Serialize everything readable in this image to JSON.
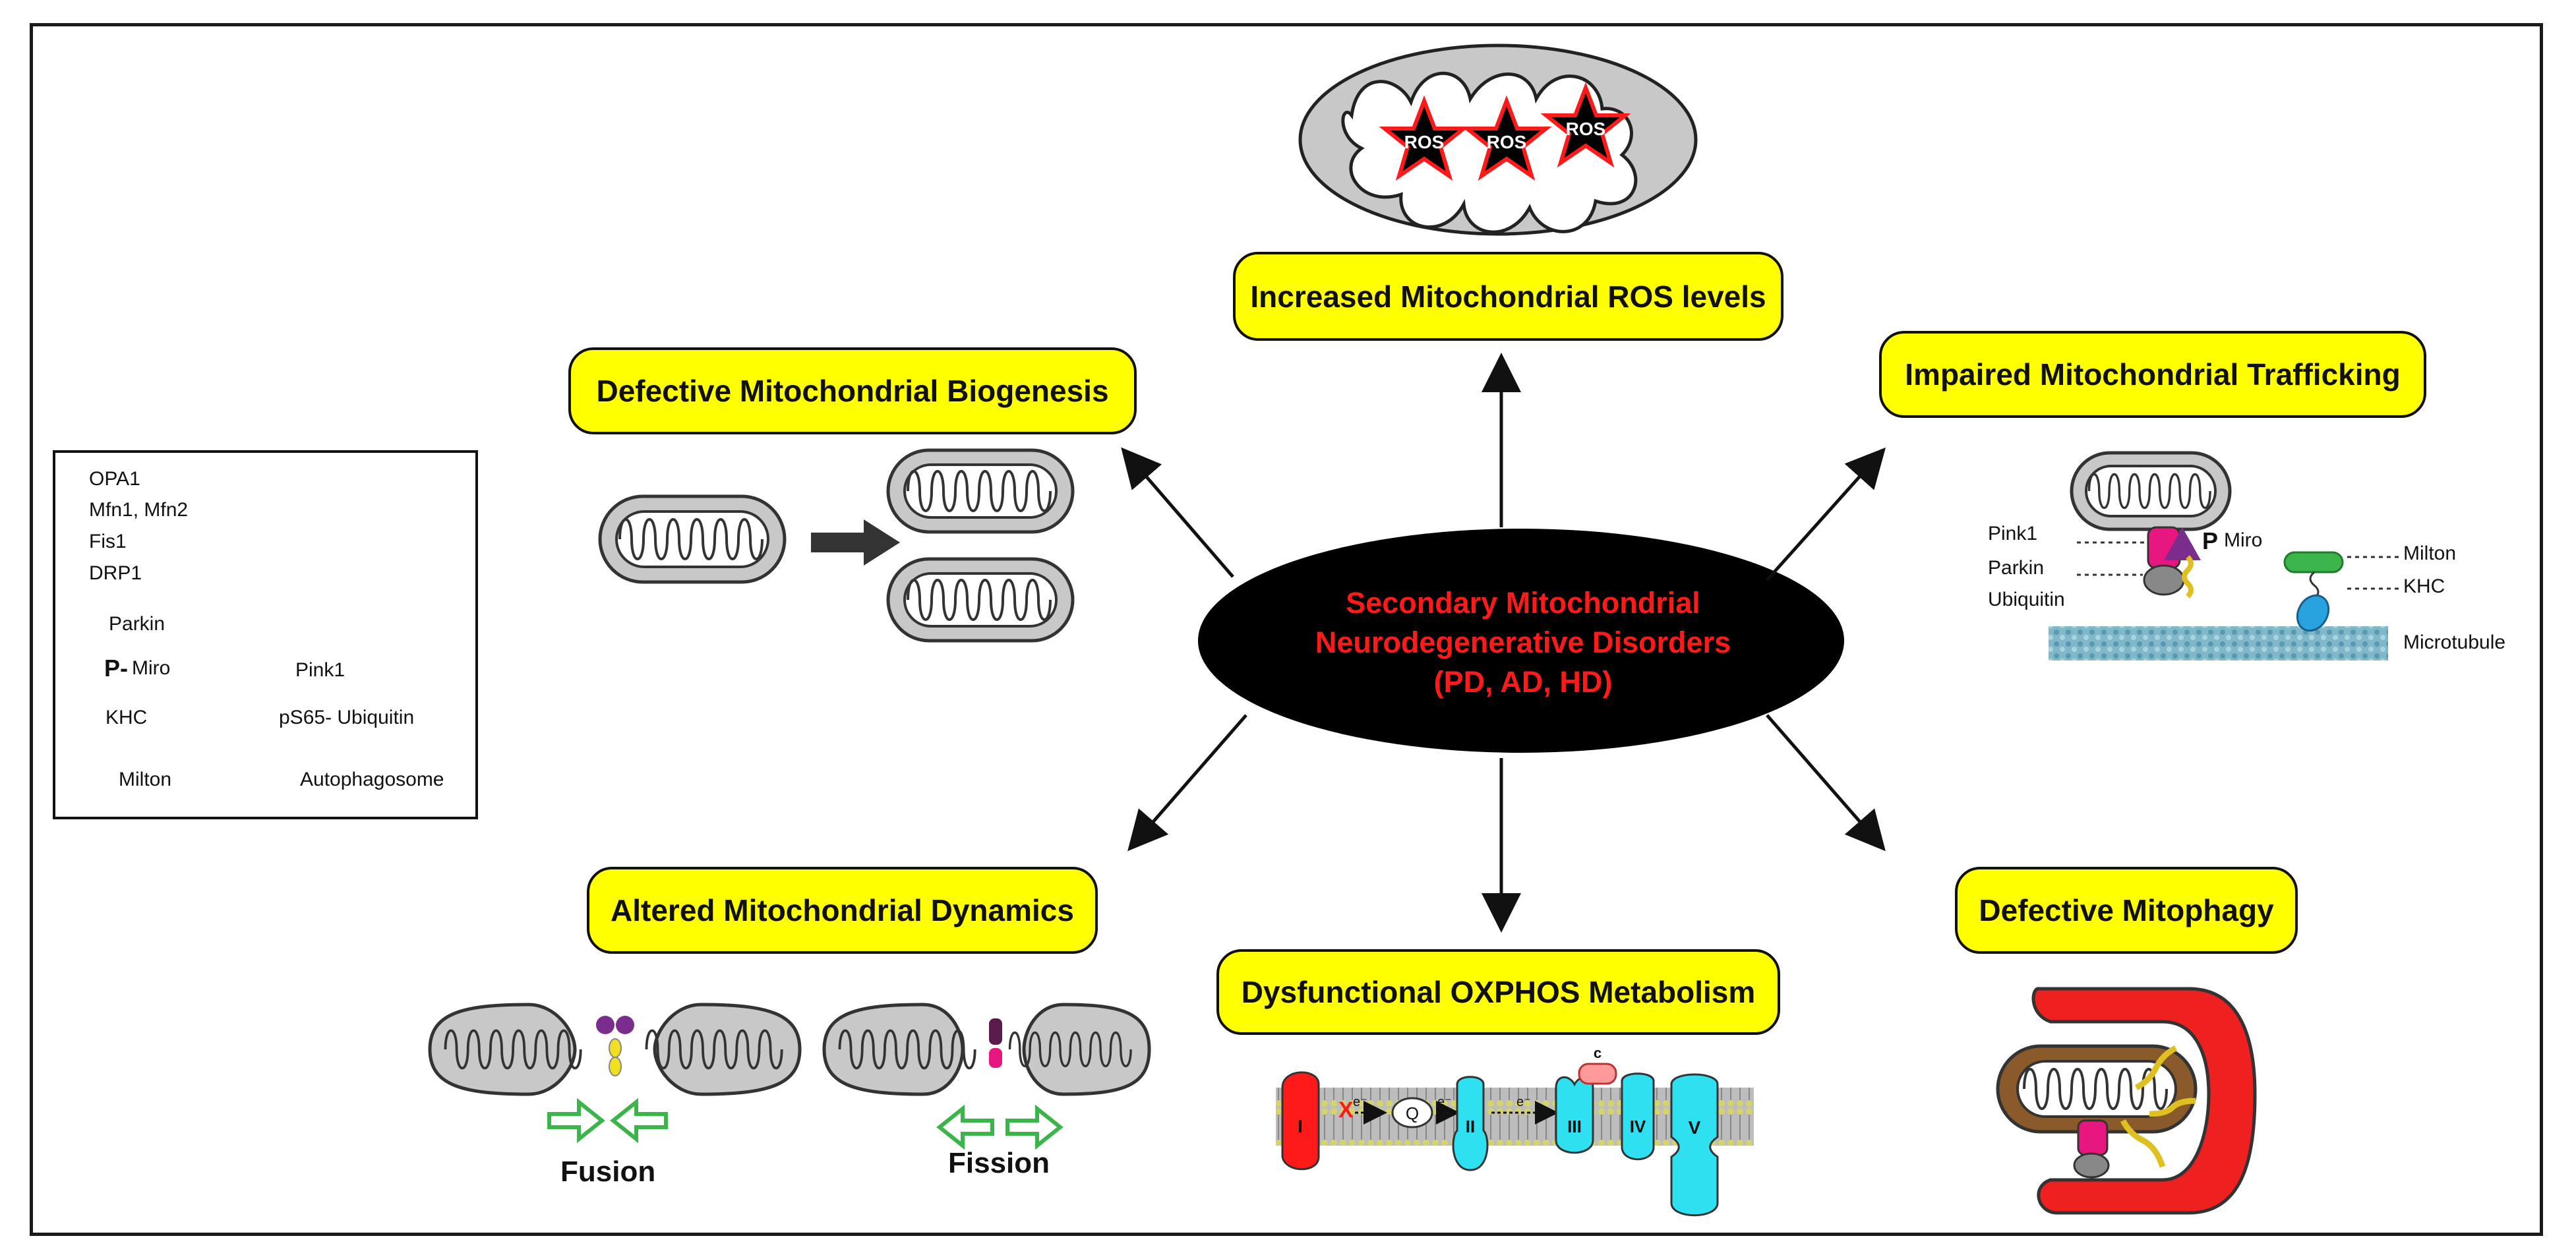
{
  "center": {
    "line1": "Secondary Mitochondrial",
    "line2": "Neurodegenerative Disorders",
    "line3": "(PD, AD, HD)"
  },
  "boxes": {
    "ros": "Increased Mitochondrial ROS levels",
    "biogenesis": "Defective Mitochondrial Biogenesis",
    "trafficking": "Impaired Mitochondrial Trafficking",
    "dynamics": "Altered Mitochondrial Dynamics",
    "oxphos": "Dysfunctional OXPHOS Metabolism",
    "mitophagy": "Defective Mitophagy"
  },
  "ros_label": "ROS",
  "legend": {
    "opa1": "OPA1",
    "mfn": "Mfn1, Mfn2",
    "fis1": "Fis1",
    "drp1": "DRP1",
    "parkin": "Parkin",
    "pmiro_p": "P-",
    "pmiro_miro": "Miro",
    "pink1": "Pink1",
    "khc": "KHC",
    "pubq": "pS65- Ubiquitin",
    "milton": "Milton",
    "autophagosome": "Autophagosome"
  },
  "trafficking_labels": {
    "pink1": "Pink1",
    "parkin": "Parkin",
    "ubiquitin": "Ubiquitin",
    "p": "P",
    "miro": "Miro",
    "milton": "Milton",
    "khc": "KHC",
    "microtubule": "Microtubule"
  },
  "dynamics_labels": {
    "fusion": "Fusion",
    "fission": "Fission"
  },
  "oxphos_labels": {
    "complex_i": "I",
    "complex_ii": "II",
    "complex_iii": "III",
    "complex_iv": "IV",
    "complex_v": "V",
    "q": "Q",
    "c": "c",
    "x": "X",
    "e1": "e⁻",
    "e2": "e⁻",
    "e3": "e⁻"
  },
  "colors": {
    "yellow": "#ffff00",
    "red": "#ff1a1a",
    "mito_gray": "#c8c8c8",
    "pink": "#e8177f",
    "purple": "#7b2d8e",
    "cyan": "#2ee0f0",
    "green": "#3bb54a",
    "brown": "#8b5a2b"
  }
}
